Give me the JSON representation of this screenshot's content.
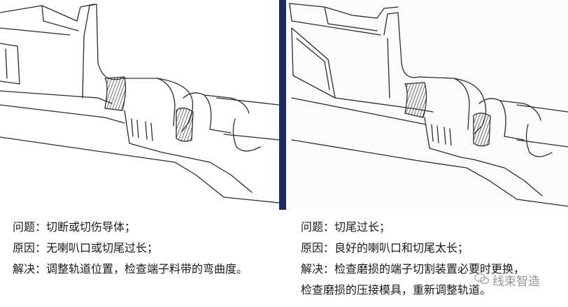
{
  "left": {
    "lines": [
      "问题：切断或切伤导体；",
      "原因：无喇叭口或切尾过长；",
      "解决：调整轨道位置，检查端子料带的弯曲度。"
    ]
  },
  "right": {
    "lines": [
      "问题：切尾过长；",
      "原因：良好的喇叭口和切尾太长；",
      "解决：检查磨损的端子切割装置必要时更换，",
      "检查磨损的压接模具，重新调整轨道。"
    ]
  },
  "watermark": {
    "text": "线束智造",
    "icon": "wechat-icon"
  },
  "colors": {
    "divider": "#1b2a63",
    "line": "#2b2b2b"
  }
}
